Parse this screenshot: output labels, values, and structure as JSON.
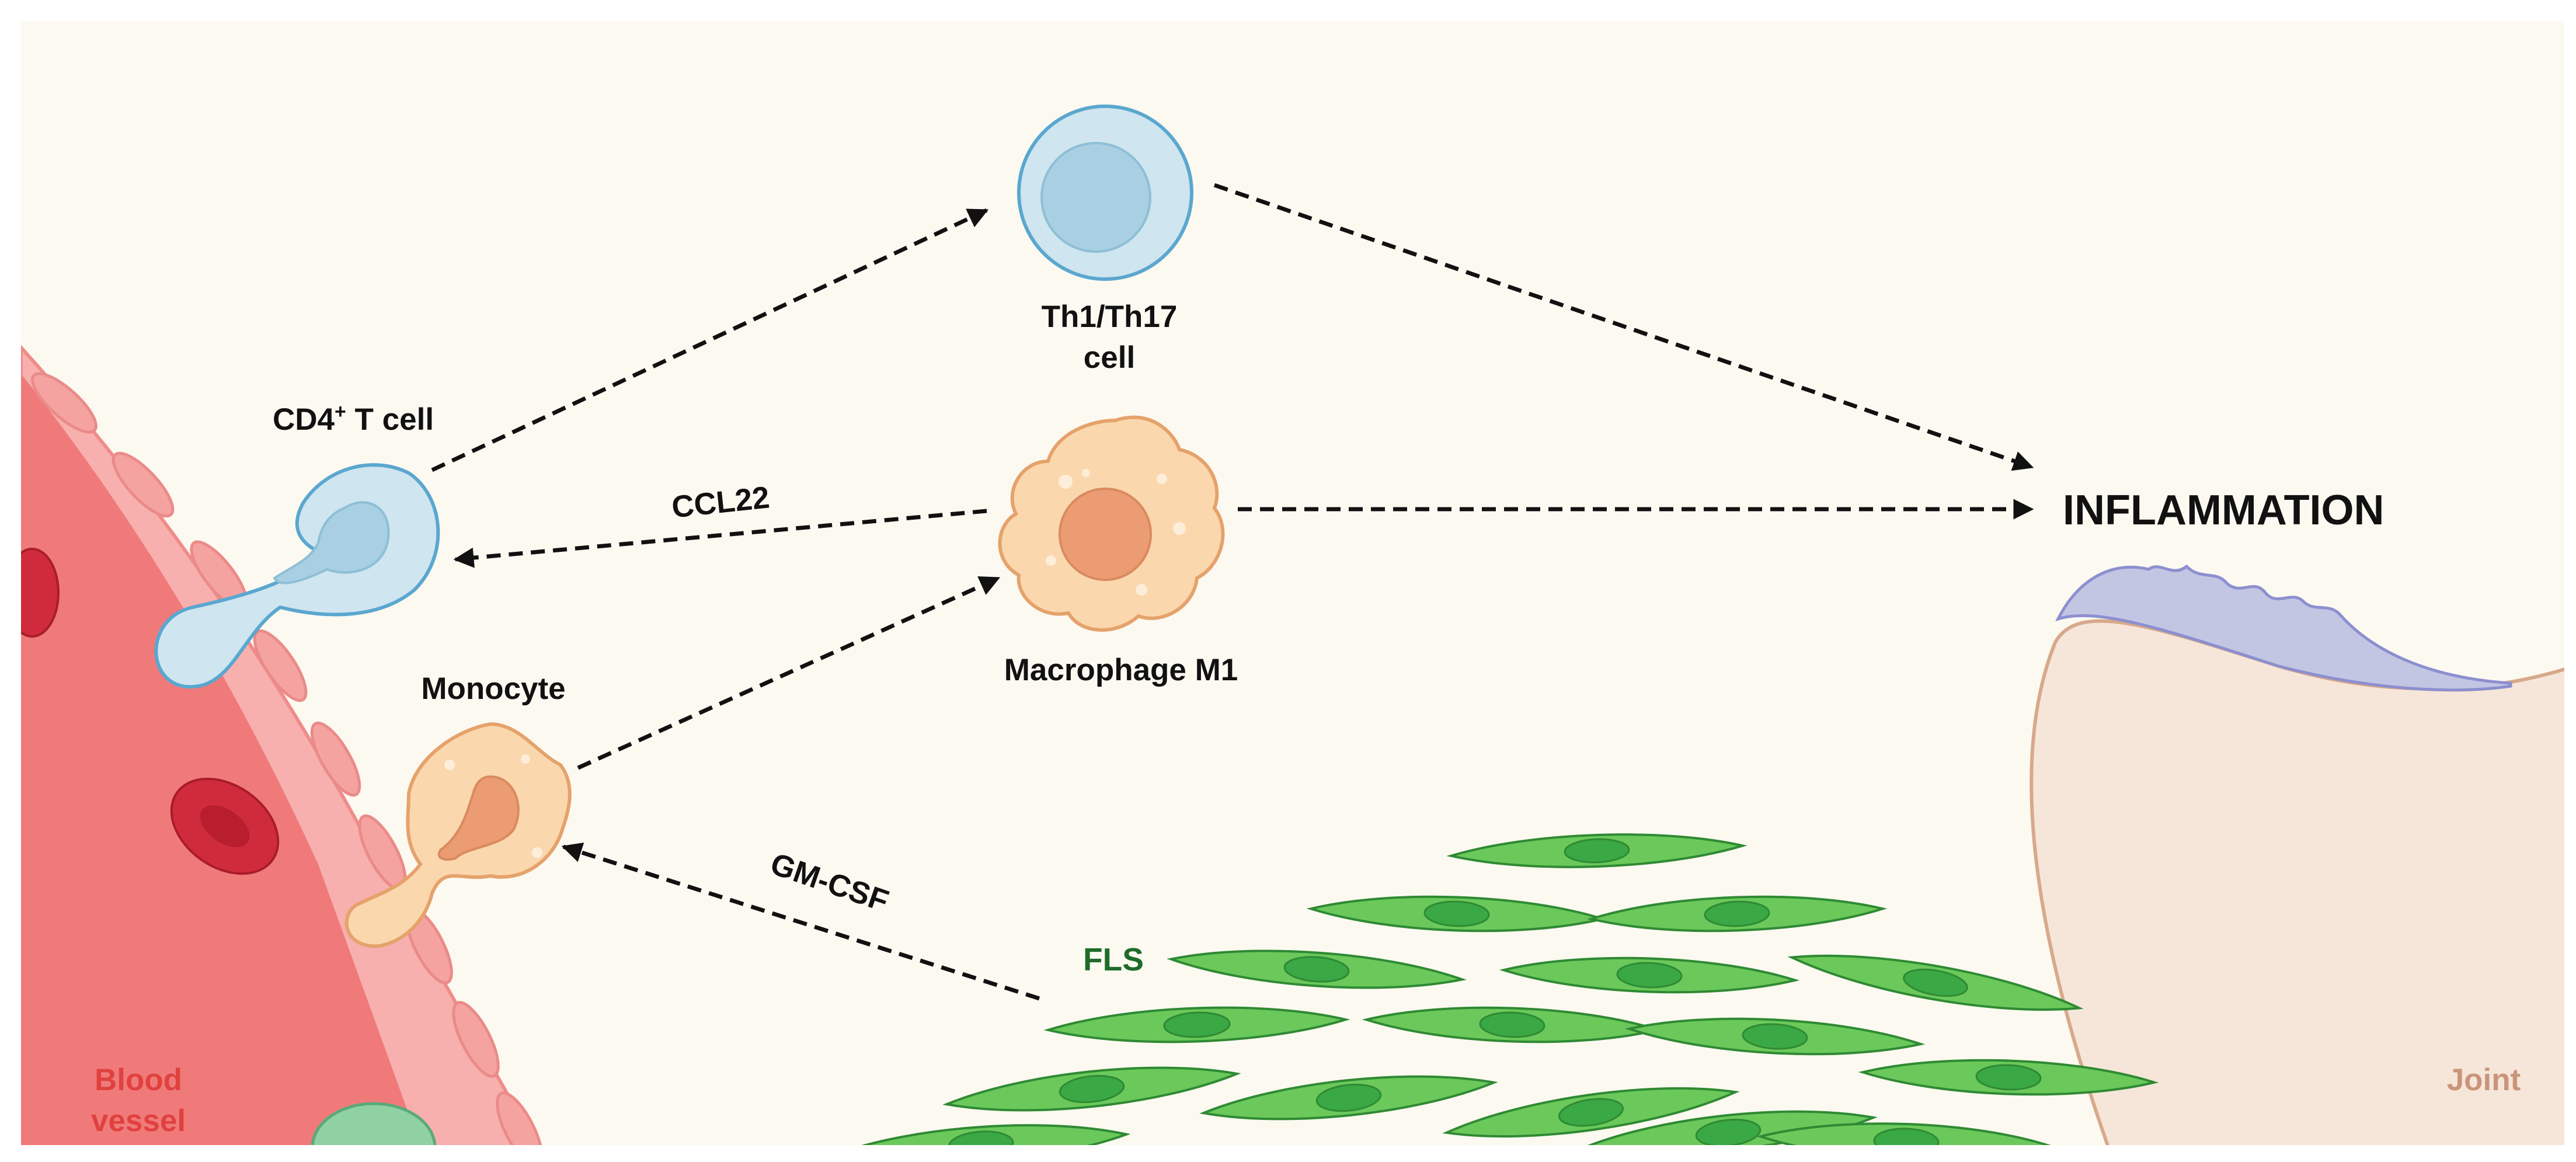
{
  "labels": {
    "cd4_prefix": "CD4",
    "cd4_superscript": "+",
    "cd4_suffix": " T cell",
    "th_line1": "Th1/Th17",
    "th_line2": "cell",
    "macrophage": "Macrophage M1",
    "monocyte": "Monocyte",
    "ccl22": "CCL22",
    "gmcsf": "GM-CSF",
    "fls": "FLS",
    "inflammation": "INFLAMMATION",
    "blood_line1": "Blood",
    "blood_line2": "vessel",
    "joint": "Joint"
  },
  "colors": {
    "background": "#fcf9f1",
    "vessel_fill": "#f07a7a",
    "vessel_edge": "#f7a9a6",
    "red_cell": "#d02b3c",
    "t_cell_fill": "#cfe5ef",
    "t_cell_edge": "#5aa7cf",
    "t_cell_nucleus": "#a8d0e2",
    "macrophage_fill": "#fbd7ae",
    "macrophage_edge": "#e5a26b",
    "macrophage_nucleus": "#eb9c72",
    "fls_fill": "#6bc95b",
    "fls_edge": "#2f8a33",
    "fls_label": "#1f6b2a",
    "blood_label": "#e0413f",
    "joint_fill": "#f6e6d9",
    "joint_edge": "#d7a98a",
    "synovium_fill": "#c3c6e3",
    "synovium_edge": "#8c8fcf",
    "joint_label": "#c9957a",
    "text": "#111111"
  }
}
